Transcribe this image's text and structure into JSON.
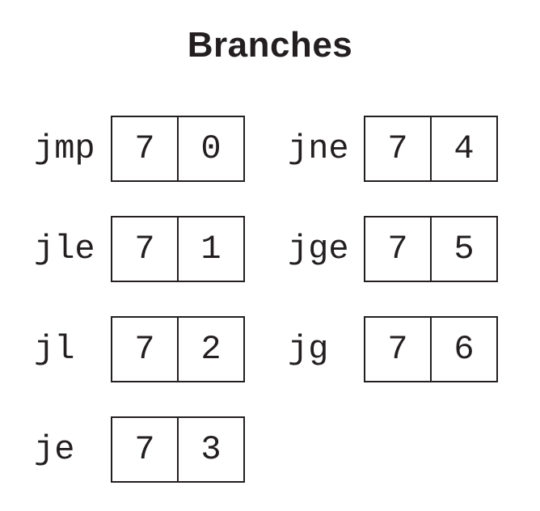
{
  "title": "Branches",
  "instructions": [
    {
      "mnemonic": "jmp",
      "bytes": [
        "7",
        "0"
      ]
    },
    {
      "mnemonic": "jle",
      "bytes": [
        "7",
        "1"
      ]
    },
    {
      "mnemonic": "jl",
      "bytes": [
        "7",
        "2"
      ]
    },
    {
      "mnemonic": "je",
      "bytes": [
        "7",
        "3"
      ]
    },
    {
      "mnemonic": "jne",
      "bytes": [
        "7",
        "4"
      ]
    },
    {
      "mnemonic": "jge",
      "bytes": [
        "7",
        "5"
      ]
    },
    {
      "mnemonic": "jg",
      "bytes": [
        "7",
        "6"
      ]
    }
  ]
}
